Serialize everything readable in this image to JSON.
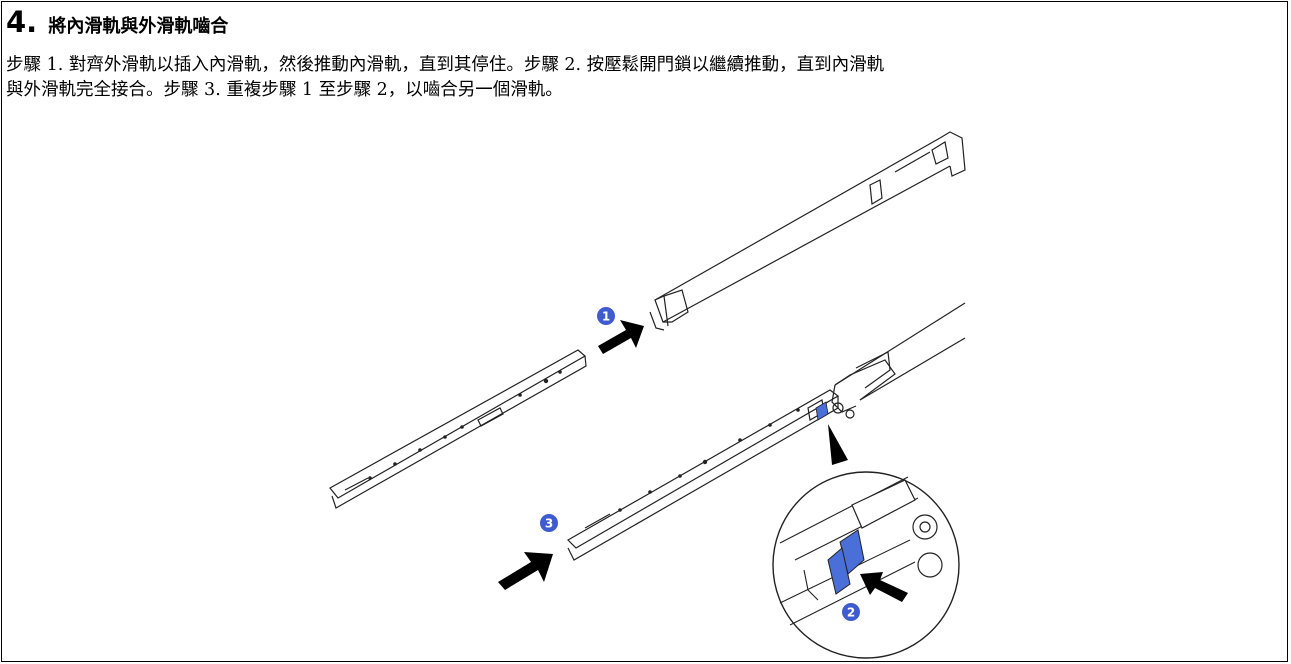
{
  "step": {
    "number": "4.",
    "title": "將內滑軌與外滑軌嚙合"
  },
  "description": {
    "line1": "步驟 1. 對齊外滑軌以插入內滑軌，然後推動內滑軌，直到其停住。步驟 2. 按壓鬆開門鎖以繼續推動，直到內滑軌",
    "line2": "與外滑軌完全接合。步驟 3. 重複步驟 1 至步驟 2，以嚙合另一個滑軌。"
  },
  "callouts": [
    "1",
    "2",
    "3"
  ],
  "colors": {
    "callout": "#3f5bd0",
    "latch": "#4a6fd8",
    "line": "#222222",
    "arrow": "#000000"
  }
}
